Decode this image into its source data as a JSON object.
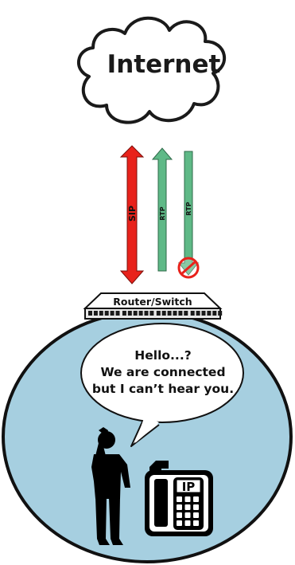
{
  "cloud": {
    "label": "Internet"
  },
  "arrows": {
    "sip": {
      "label": "SIP",
      "color": "#e8221b",
      "direction": "bidirectional"
    },
    "rtp_outbound": {
      "label": "RTP",
      "color": "#5fb987",
      "direction": "up"
    },
    "rtp_inbound": {
      "label": "RTP",
      "color": "#5fb987",
      "direction": "down",
      "status": "blocked"
    }
  },
  "router": {
    "label": "Router/Switch"
  },
  "speech_bubble": {
    "lines": [
      "Hello...?",
      "We are connected",
      "but I can’t hear you."
    ]
  },
  "ip_phone": {
    "screen_label": "IP"
  },
  "colors": {
    "lan_circle_fill": "#a6cfe0",
    "cloud_fill": "#ffffff",
    "blocked_sign": "#e8221b"
  },
  "icons": [
    "cloud-icon",
    "router-switch-icon",
    "person-silhouette-icon",
    "ip-phone-icon",
    "blocked-sign-icon"
  ]
}
